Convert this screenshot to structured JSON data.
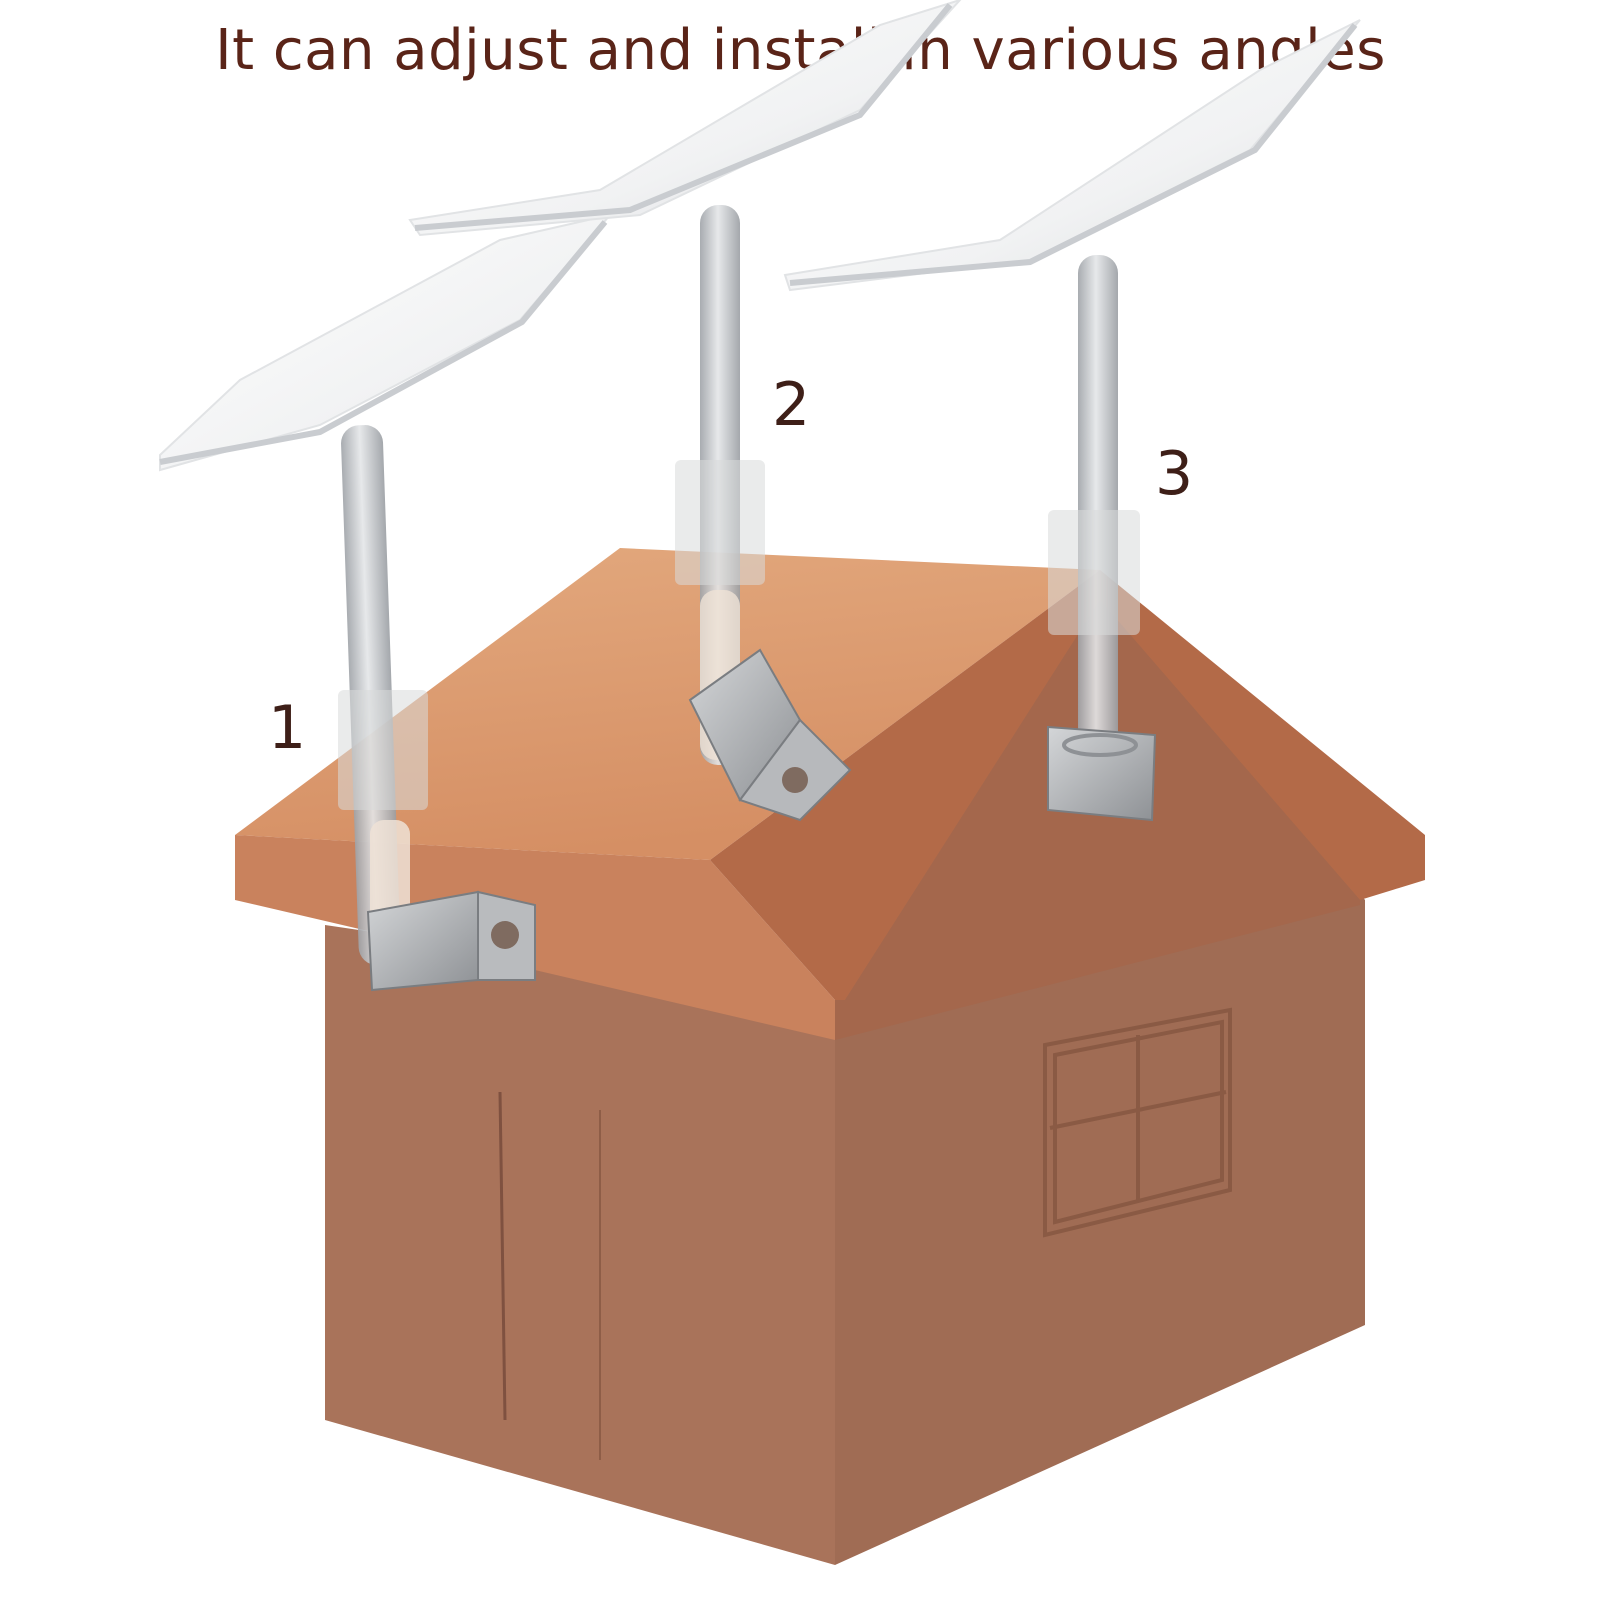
{
  "title": "It can adjust and install in various angles",
  "labels": [
    "1",
    "2",
    "3"
  ],
  "colors": {
    "title_text": "#5a2418",
    "label_text": "#3e1f18",
    "roof_light": "#d99a72",
    "roof_dark": "#b9704c",
    "wall_left": "#a56f55",
    "wall_right": "#9c6a52",
    "pole": "#c5c8cc",
    "dish": "#f2f3f4",
    "bracket": "#a8aaad"
  },
  "icons": [
    "satellite-dish-1",
    "satellite-dish-2",
    "satellite-dish-3",
    "house",
    "mounting-bracket"
  ]
}
